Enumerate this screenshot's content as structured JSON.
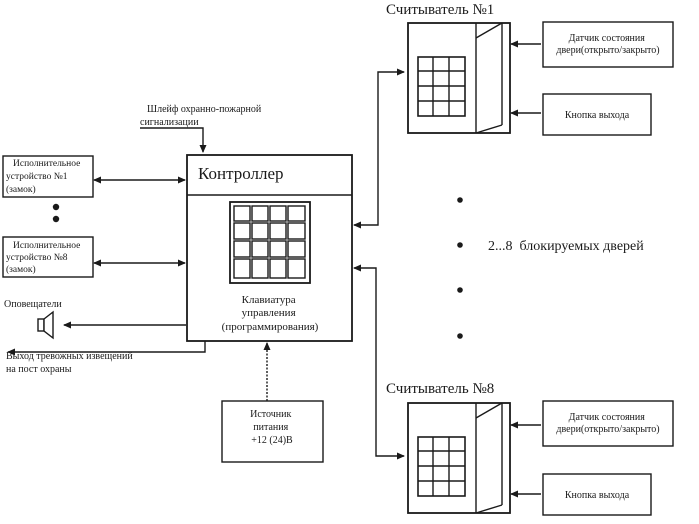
{
  "controller": {
    "title": "Контроллер",
    "keypad_label": [
      "Клавиатура",
      "управления",
      "(программирования)"
    ]
  },
  "fire_alarm_loop": [
    "Шлейф охранно-пожарной",
    "сигнализации"
  ],
  "actuators": [
    {
      "lines": [
        "Исполнительное",
        "устройство №1",
        "(замок)"
      ]
    },
    {
      "lines": [
        "Исполнительное",
        "устройство №8",
        "(замок)"
      ]
    }
  ],
  "sounders_label": "Оповещатели",
  "alarm_output": [
    "Выход тревожных извещений",
    "на пост охраны"
  ],
  "power_supply": [
    "Источник",
    "питания",
    "+12 (24)В"
  ],
  "readers": [
    {
      "title": "Считыватель №1",
      "door_sensor": [
        "Датчик состояния",
        "двери(открыто/закрыто)"
      ],
      "exit_button": "Кнопка выхода"
    },
    {
      "title": "Считыватель №8",
      "door_sensor": [
        "Датчик состояния",
        "двери(открыто/закрыто)"
      ],
      "exit_button": "Кнопка выхода"
    }
  ],
  "doors_label": "2...8  блокируемых дверей",
  "colors": {
    "ink": "#1a1a1a",
    "background": "#ffffff"
  }
}
